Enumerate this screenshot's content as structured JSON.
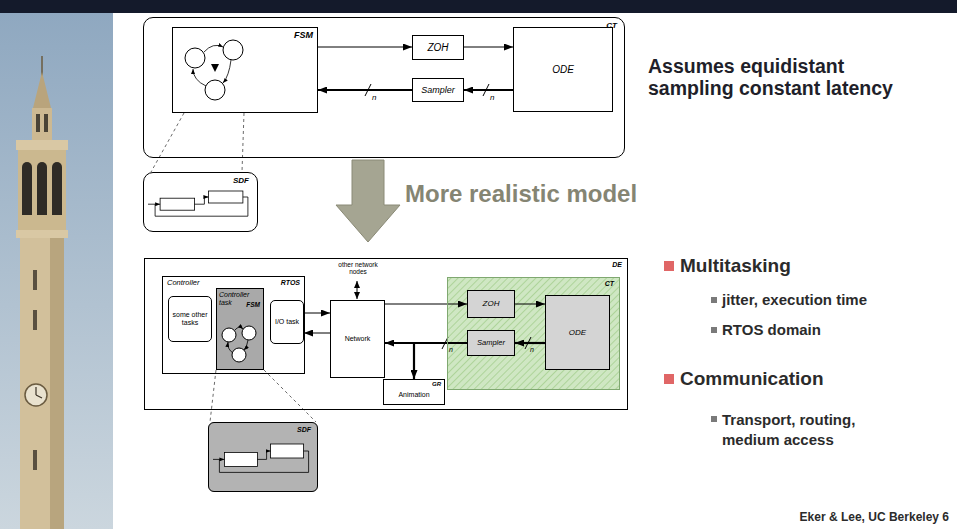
{
  "diagram": {
    "nodes": [
      {
        "text": [
          "CT"
        ]
      },
      {
        "text": [
          "FSM"
        ],
        "in": 0
      },
      {
        "text": [
          "ZOH"
        ],
        "in": 0
      },
      {
        "text": [
          "Sampler"
        ],
        "in": 0
      },
      {
        "text": [
          "ODE"
        ],
        "in": 0
      },
      {
        "text": [
          "SDF"
        ]
      },
      {
        "text": [
          "DE"
        ]
      },
      {
        "text": [
          "Controller",
          "RTOS"
        ],
        "in": 6
      },
      {
        "text": [
          "some other tasks"
        ],
        "in": 7
      },
      {
        "text": [
          "Controller task",
          "FSM"
        ],
        "in": 7
      },
      {
        "text": [
          "I/O task"
        ],
        "in": 7
      },
      {
        "text": [
          "Network"
        ],
        "in": 6
      },
      {
        "text": [
          "CT"
        ],
        "in": 6
      },
      {
        "text": [
          "ZOH"
        ],
        "in": 12
      },
      {
        "text": [
          "Sampler"
        ],
        "in": 12
      },
      {
        "text": [
          "ODE"
        ],
        "in": 12
      },
      {
        "text": [
          "Animation",
          "GR"
        ],
        "in": 6
      },
      {
        "text": [
          "SDF"
        ]
      }
    ],
    "edges": [
      {
        "from": 1,
        "to": 2,
        "arrow": "to"
      },
      {
        "from": 2,
        "to": 4,
        "arrow": "to"
      },
      {
        "from": 4,
        "to": 3,
        "arrow": "to"
      },
      {
        "from": 3,
        "to": 1,
        "arrow": "to"
      },
      {
        "from": 10,
        "to": 11,
        "arrow": "to"
      },
      {
        "from": 11,
        "to": 10,
        "arrow": "to"
      },
      {
        "from": 11,
        "to": 13,
        "arrow": "to"
      },
      {
        "from": 14,
        "to": 11,
        "arrow": "to"
      },
      {
        "from": 14,
        "to": 16,
        "arrow": "to"
      },
      {
        "from": 13,
        "to": 15,
        "arrow": "to"
      },
      {
        "from": 15,
        "to": 14,
        "arrow": "to"
      }
    ],
    "labels": [
      "Assumes equidistant sampling constant latency",
      "More realistic model",
      "other network nodes",
      "n",
      "n",
      "n",
      "n",
      "Multitasking",
      "jitter, execution time",
      "RTOS domain",
      "Communication",
      "Transport, routing, medium access",
      "Eker & Lee, UC Berkeley 6"
    ]
  }
}
